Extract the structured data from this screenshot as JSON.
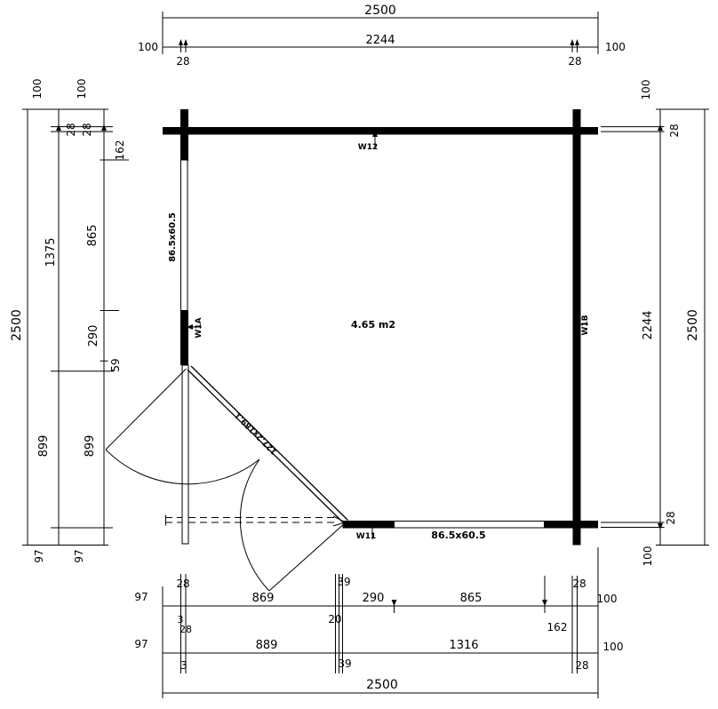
{
  "drawing": {
    "type": "floor-plan",
    "area": "4.65 m2",
    "door_size": "127.2x189.1",
    "window_left_size": "86.5x60.5",
    "window_bottom_size": "86.5x60.5",
    "markers": {
      "top": "W12",
      "bottom": "W11",
      "left": "W1A",
      "right": "W1B"
    },
    "dims": {
      "t_total": "2500",
      "t_inner": "2244",
      "t_l100": "100",
      "t_r100": "100",
      "t_l28": "28",
      "t_r28": "28",
      "lA_total": "2500",
      "lB_100": "100",
      "lB_28": "28",
      "lB_1375": "1375",
      "lB_899": "899",
      "lB_97": "97",
      "lC_100": "100",
      "lC_28": "28",
      "lC_162": "162",
      "lC_865": "865",
      "lC_290": "290",
      "lC_59": "59",
      "lC_899": "899",
      "lC_97": "97",
      "r_100t": "100",
      "r_28t": "28",
      "r_2244": "2244",
      "r_28b": "28",
      "r_100b": "100",
      "r_total": "2500",
      "b1_97": "97",
      "b1_28l": "28",
      "b1_869": "869",
      "b1_39": "39",
      "b1_290": "290",
      "b1_865": "865",
      "b1_162": "162",
      "b1_28r": "28",
      "b1_100": "100",
      "b2_97": "97",
      "b2_3a": "3",
      "b2_28l": "28",
      "b2_889": "889",
      "b2_20": "20",
      "b2_39": "39",
      "b2_3b": "3",
      "b2_1316": "1316",
      "b2_28r": "28",
      "b2_100": "100",
      "b_total": "2500"
    },
    "colors": {
      "line": "#000000",
      "background": "#ffffff"
    }
  }
}
